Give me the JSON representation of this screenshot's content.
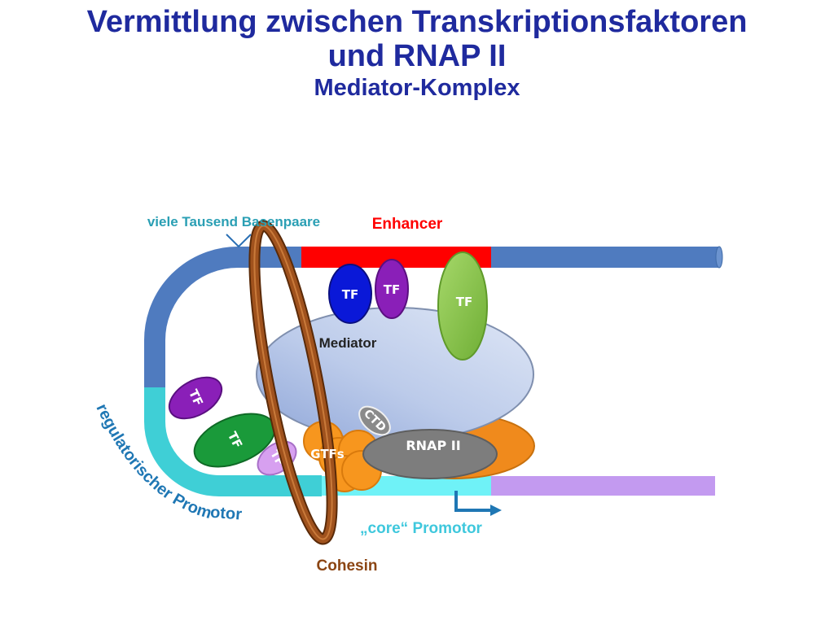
{
  "title": {
    "line1": "Vermittlung zwischen Transkriptionsfaktoren",
    "line2": "und RNAP II",
    "subtitle": "Mediator-Komplex"
  },
  "labels": {
    "viele_tausend": "viele Tausend Basenpaare",
    "enhancer": "Enhancer",
    "mediator": "Mediator",
    "rnap": "RNAP II",
    "ctd": "CTD",
    "gtfs": "GTFs",
    "core_promotor": "„core“ Promotor",
    "regulatorischer": "regulatorischer Promotor",
    "cohesin": "Cohesin"
  },
  "tf_label": "TF",
  "colors": {
    "title": "#1f2a9e",
    "dna_blue": "#4f7bbf",
    "enhancer_red": "#ff0000",
    "regulatory_teal": "#3fcfd6",
    "core_cyan": "#6ff2f7",
    "downstream_lilac": "#c39af0",
    "mediator_fill": "#c9d7ef",
    "orange": "#f08a1c",
    "rnap_gray": "#808080",
    "cohesin_brown": "#8b4513",
    "tf_navy": "#0a18d8",
    "tf_purple": "#8a1fb8",
    "tf_green": "#8bc34a",
    "tf_darkgreen": "#1a9a3a",
    "tf_lilac": "#d7a0f0",
    "label_blue": "#1f77b4",
    "label_teal": "#2a9fb4",
    "label_brown": "#8b4513",
    "label_red": "#ff0000"
  }
}
